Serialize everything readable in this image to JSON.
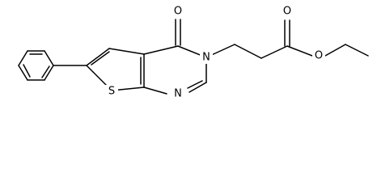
{
  "molecule": {
    "atoms": {
      "o_carbonyl_ring": "O",
      "n_ring_3": "N",
      "n_ring_1": "N",
      "s_thiophene": "S",
      "o_ester_carbonyl": "O",
      "o_ester_ether": "O"
    }
  }
}
